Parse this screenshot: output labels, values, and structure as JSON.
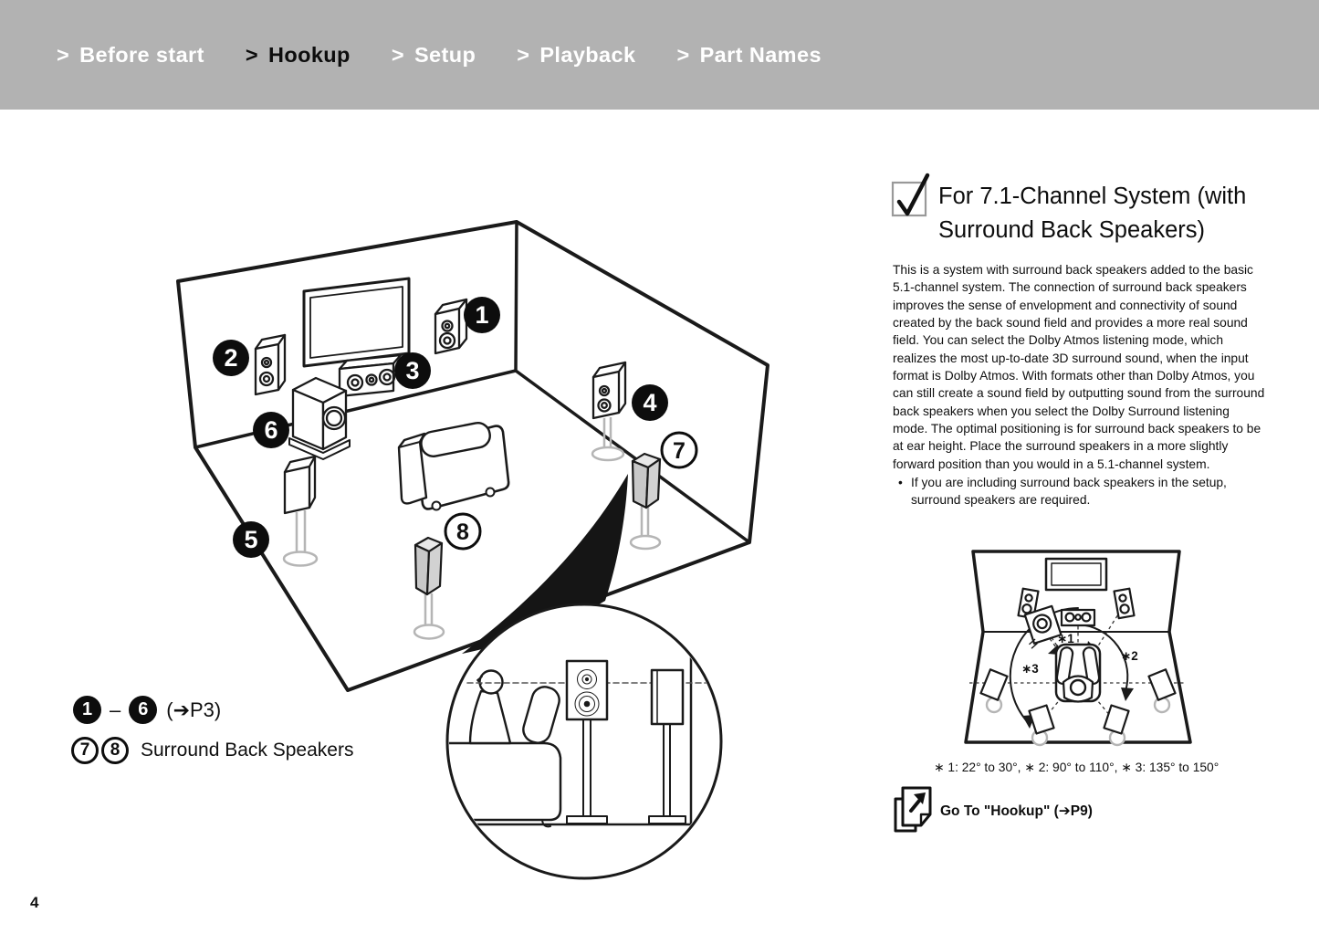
{
  "page": {
    "number": "4"
  },
  "header": {
    "chevron": ">",
    "items": [
      {
        "label": "Before start",
        "active": false
      },
      {
        "label": "Hookup",
        "active": true
      },
      {
        "label": "Setup",
        "active": false
      },
      {
        "label": "Playback",
        "active": false
      },
      {
        "label": "Part Names",
        "active": false
      }
    ]
  },
  "legend": {
    "range_start": "1",
    "range_dash": "–",
    "range_end": "6",
    "range_ref": "(➔P3)",
    "sb_num_left": "7",
    "sb_num_right": "8",
    "sb_label": "Surround Back Speakers"
  },
  "section": {
    "title_line1": "For 7.1-Channel System (with",
    "title_line2": "Surround Back Speakers)",
    "body": "This is a system with surround back speakers added to the basic 5.1-channel system. The connection of surround back speakers improves the sense of envelopment and connectivity of sound created by the back sound field and provides a more real sound field. You can select the Dolby Atmos listening mode, which realizes the most up-to-date 3D surround sound, when the input format is Dolby Atmos. With formats other than Dolby Atmos, you can still create a sound field by outputting sound from the surround back speakers when you select the Dolby Surround listening mode. The optimal positioning is for surround back speakers to be at ear height. Place the surround speakers in a more slightly forward position than you would in a 5.1-channel system.",
    "bullet_marker": "•",
    "bullet": "If you are including surround back speakers in the setup, surround speakers are required.",
    "angles_note": "∗ 1: 22° to 30°, ∗ 2: 90° to 110°, ∗ 3: 135° to 150°",
    "goto_label": "Go To \"Hookup\" (➔P9)"
  },
  "diagram": {
    "badges": {
      "b1": "1",
      "b2": "2",
      "b3": "3",
      "b4": "4",
      "b5": "5",
      "b6": "6",
      "b7": "7",
      "b8": "8"
    },
    "angle_labels": {
      "a1": "∗1",
      "a2": "∗2",
      "a3": "∗3"
    }
  },
  "colors": {
    "header_bar": "#b2b2b2",
    "nav_inactive": "#ffffff",
    "nav_active": "#0d0d0d",
    "line_art": "#1a1a1a",
    "speaker_gray": "#c8c8c8",
    "stand_gray": "#b5b5b5"
  }
}
